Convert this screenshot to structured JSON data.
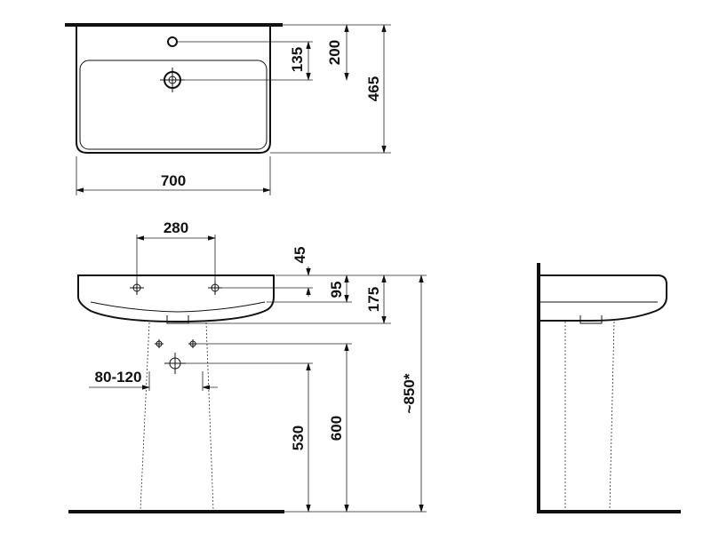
{
  "dimensions": {
    "top_view": {
      "width": "700",
      "depth": "465",
      "tap_hole_offset": "200",
      "bowl_offset": "135"
    },
    "front_view": {
      "fixing_spacing": "280",
      "rim_to_fixing": "45",
      "rim_to_bottom_fix": "95",
      "rim_to_underside": "175",
      "pedestal_adjust": "80-120",
      "pedestal_height": "530",
      "mounting_height": "600",
      "total_height": "~850*"
    }
  }
}
